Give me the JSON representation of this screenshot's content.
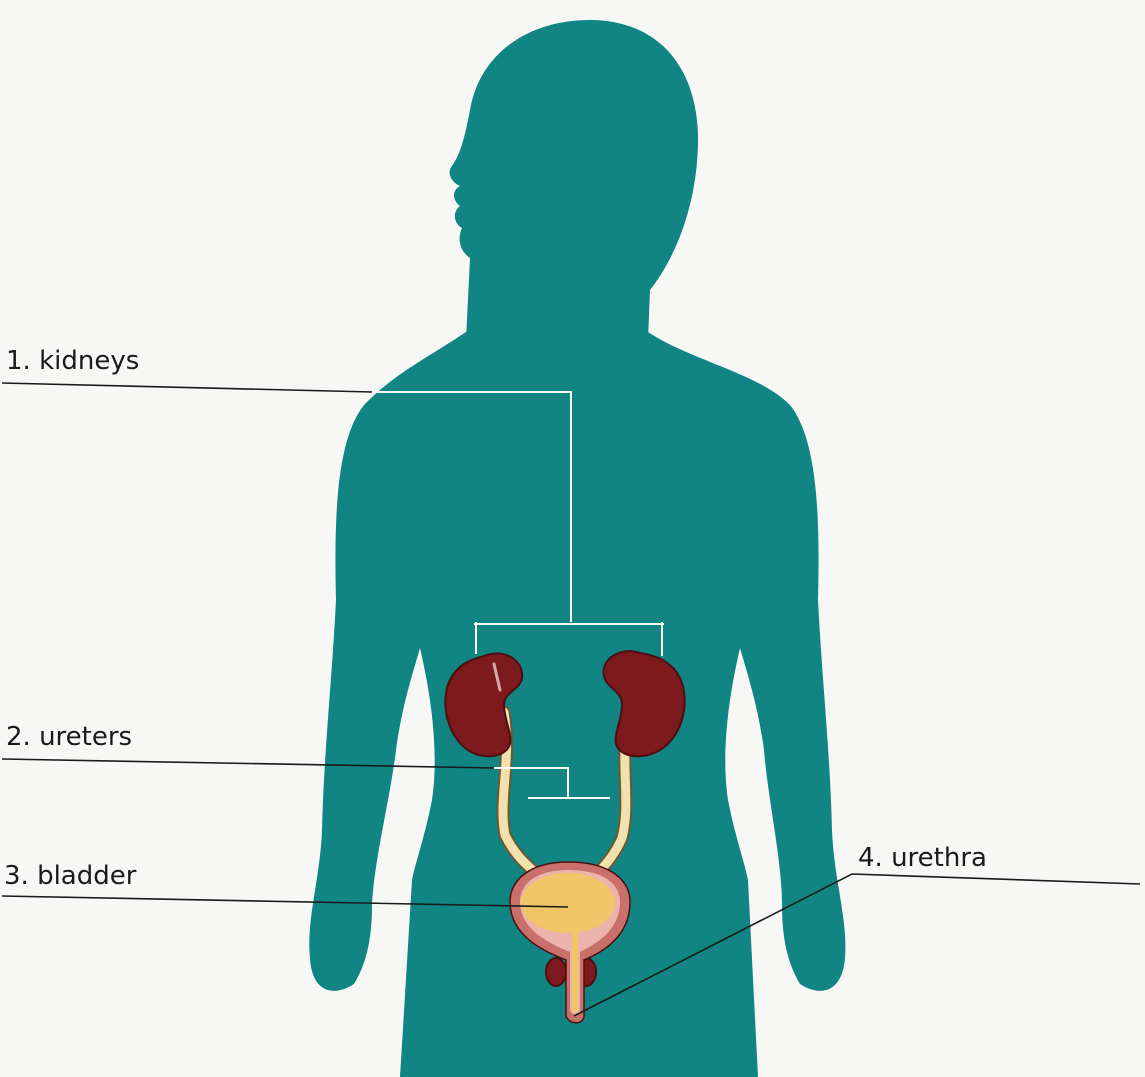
{
  "colors": {
    "background": "#f7f7f6",
    "body": "#118484",
    "kidney": "#7c1a1d",
    "kidney_dark": "#4e0e10",
    "ureter": "#f3e1ad",
    "ureter_outline": "#6a5a32",
    "bladder_wall": "#c9706a",
    "bladder_lining": "#eab4ad",
    "bladder_inside": "#f1c566",
    "leader_line_dark": "#1a1a1a",
    "leader_line_light": "#ffffff"
  },
  "labels": [
    {
      "id": "kidneys",
      "text": "1. kidneys"
    },
    {
      "id": "ureters",
      "text": "2. ureters"
    },
    {
      "id": "bladder",
      "text": "3. bladder"
    },
    {
      "id": "urethra",
      "text": "4. urethra"
    }
  ]
}
